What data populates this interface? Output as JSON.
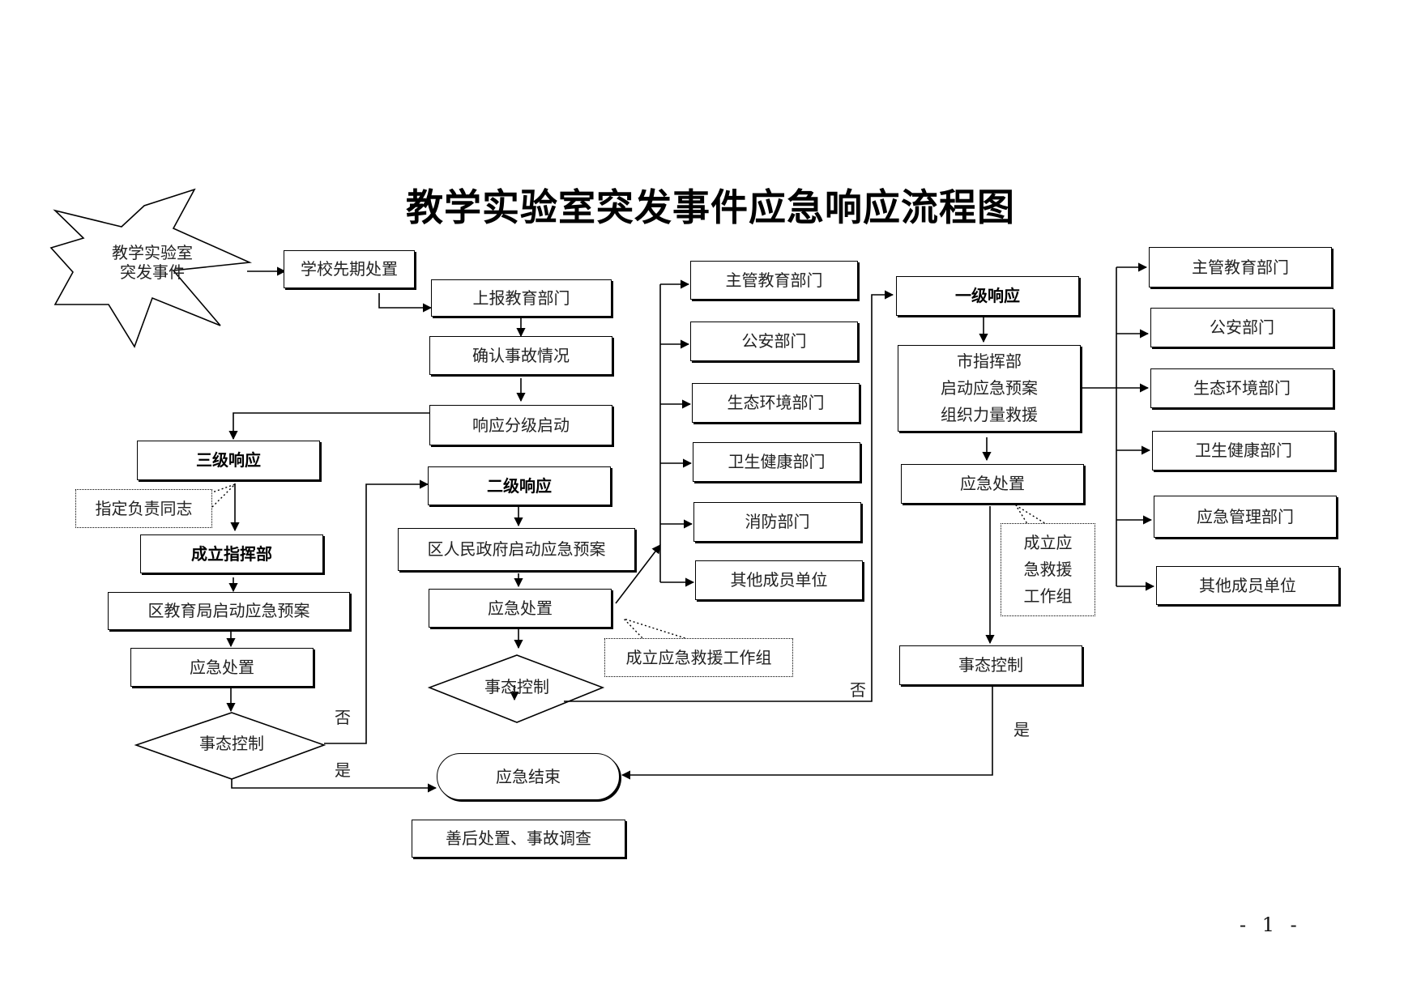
{
  "title": "教学实验室突发事件应急响应流程图",
  "start": {
    "label": "教学实验室\n突发事件"
  },
  "nodes": {
    "school_initial": "学校先期处置",
    "report_edu": "上报教育部门",
    "confirm": "确认事故情况",
    "grading": "响应分级启动",
    "level3": "三级响应",
    "assign": "指定负责同志",
    "hq": "成立指挥部",
    "district_edu_plan": "区教育局启动应急预案",
    "l3_handle": "应急处置",
    "l3_control": "事态控制",
    "level2": "二级响应",
    "district_gov_plan": "区人民政府启动应急预案",
    "l2_handle": "应急处置",
    "l2_rescue_group": "成立应急救援工作组",
    "l2_control": "事态控制",
    "end": "应急结束",
    "aftermath": "善后处置、事故调查",
    "level1": "一级响应",
    "city_hq": "市指挥部\n启动应急预案\n组织力量救援",
    "l1_handle": "应急处置",
    "l1_rescue_group": "成立应\n急救援\n工作组",
    "l1_control": "事态控制"
  },
  "l2_departments": [
    "主管教育部门",
    "公安部门",
    "生态环境部门",
    "卫生健康部门",
    "消防部门",
    "其他成员单位"
  ],
  "l1_departments": [
    "主管教育部门",
    "公安部门",
    "生态环境部门",
    "卫生健康部门",
    "应急管理部门",
    "其他成员单位"
  ],
  "edge_labels": {
    "l3_no": "否",
    "l3_yes": "是",
    "l2_no": "否",
    "l1_yes": "是"
  },
  "page_number": "- 1 -"
}
